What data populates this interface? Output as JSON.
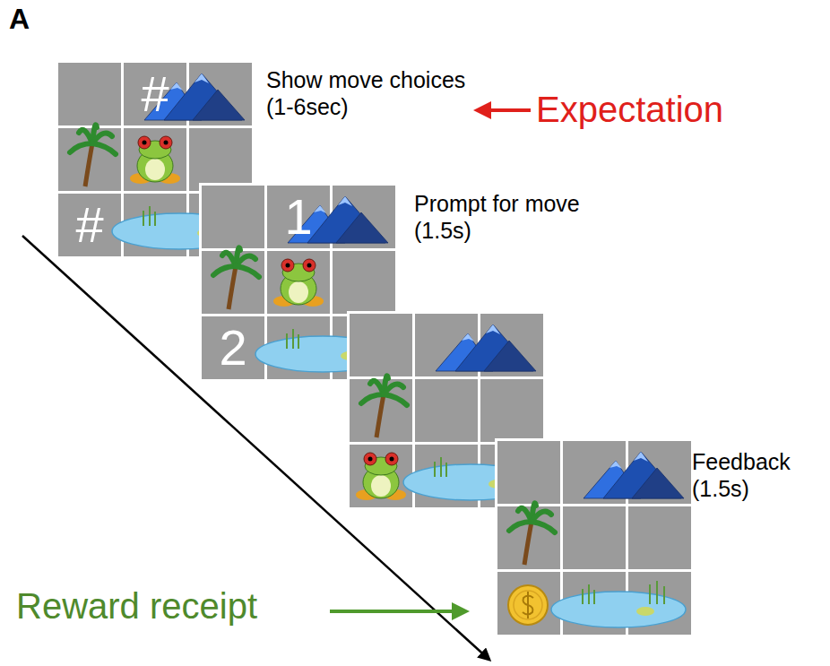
{
  "diagram": {
    "labels": [
      "A",
      "Show move choices (1-6sec)",
      "Expectation",
      "#",
      "#",
      "Prompt for move (1.5s)",
      "1",
      "2",
      "Feedback (1.5s)",
      "Reward receipt"
    ]
  }
}
